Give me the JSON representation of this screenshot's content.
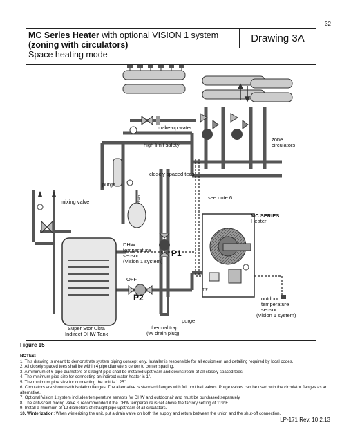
{
  "page_number": "32",
  "title": {
    "line1_bold": "MC Series Heater",
    "line1_rest": " with optional VISION 1 system",
    "line2": "(zoning with circulators)",
    "line3": "Space heating mode",
    "drawing": "Drawing 3A"
  },
  "labels": {
    "makeup_water": "make-up water",
    "high_limit": "high limit safety",
    "closely_spaced": "closely spaced tees",
    "purge1": "purge",
    "purge2": "purge",
    "drain": "drain",
    "see_note": "see note 6",
    "zone_circ_1": "zone",
    "zone_circ_2": "circulators",
    "mixing_valve": "mixing valve",
    "mc_series_1": "MC SERIES",
    "mc_series_2": "Heater",
    "dhw_1": "DHW",
    "dhw_2": "temperature",
    "dhw_3": "sensor",
    "dhw_4": "(Vision 1 system)",
    "p1": "P1",
    "p2": "P2",
    "off": "OFF",
    "outdoor_1": "outdoor",
    "outdoor_2": "temperature",
    "outdoor_3": "sensor",
    "outdoor_4": "(Vision 1 system)",
    "tank_1": "Super Stor Ultra",
    "tank_2": "Indirect DHW Tank",
    "trap_1": "thermal trap",
    "trap_2": "(w/ drain plug)",
    "tp": "T/P"
  },
  "figure_label": "Figure 15",
  "notes_heading": "NOTES:",
  "notes": [
    "1. This drawing is meant to demonstrate system piping concept only. Installer is responsible for all equipment and detailing required by local codes.",
    "2. All closely spaced tees shall be within 4 pipe diameters center to center spacing.",
    "3. A minimum of 6 pipe diameters of straight pipe shall be installed upstream and downstream of all closely spaced tees.",
    "4. The minimum pipe size for connecting an indirect water heater is 1\".",
    "5. The minimum pipe size for connecting the unit is 1.25\".",
    "6. Circulators are shown with isolation flanges. The alternative is standard flanges with full port ball valves. Purge valves can be used with the circulator flanges as an alternative.",
    "7. Optional Vision 1 system includes temperature sensors for DHW and outdoor air and must be purchased separately.",
    "8. The anti-scald mixing valve is recommended if the DHW temperature is set above the factory setting of 119°F.",
    "9. Install a minimum of 12 diameters of straight pipe upstream of all circulators."
  ],
  "note10_bold": "10. Winterization",
  "note10_rest": ": When winterizing the unit, put a drain valve on both the supply and return between the union and the shut-off connection.",
  "footer": "LP-171 Rev. 10.2.13"
}
